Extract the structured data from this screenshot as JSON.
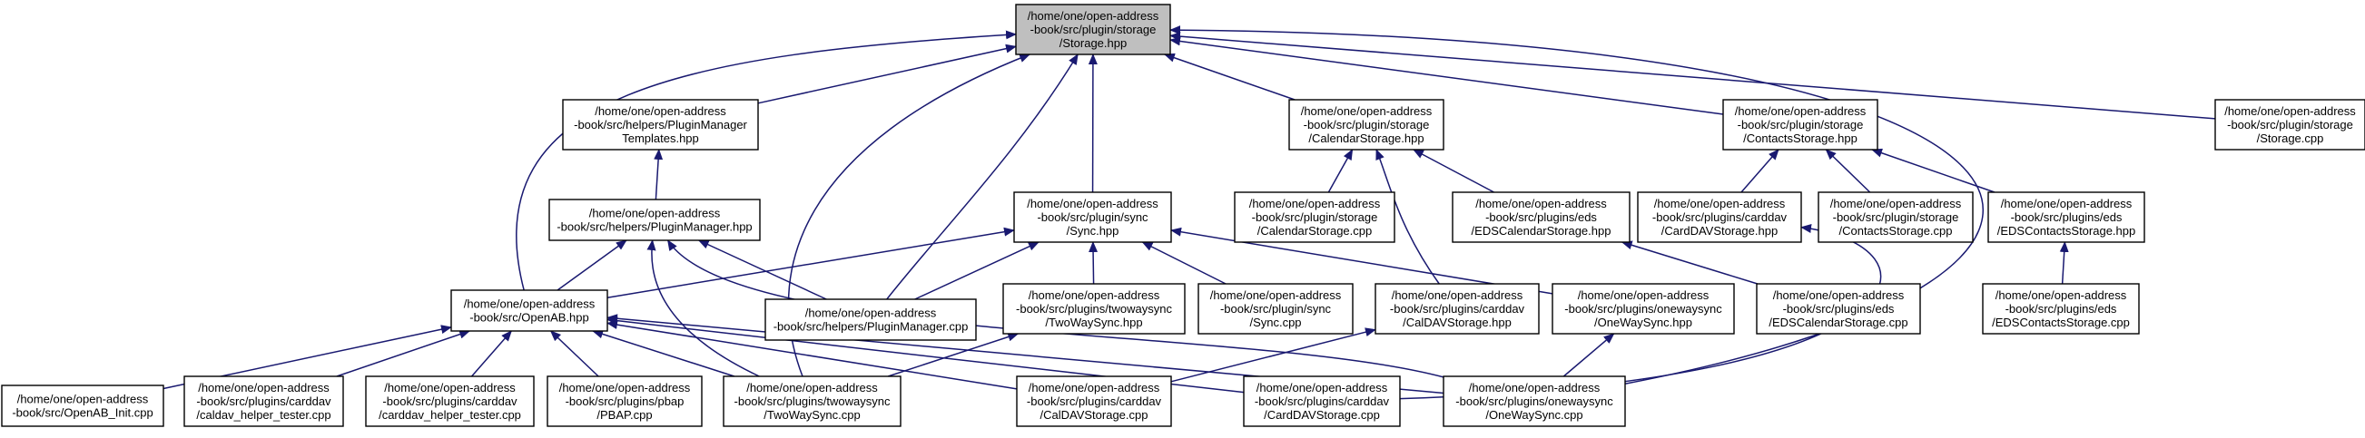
{
  "diagram": {
    "type": "include-dependency-graph",
    "edge_color": "#191970",
    "root_fill": "#bfbfbf",
    "nodes": [
      {
        "id": "storage_hpp",
        "root": true,
        "lines": [
          "/home/one/open-address",
          "-book/src/plugin/storage",
          "/Storage.hpp"
        ]
      },
      {
        "id": "plugin_manager_templates",
        "lines": [
          "/home/one/open-address",
          "-book/src/helpers/PluginManager",
          "Templates.hpp"
        ]
      },
      {
        "id": "calendar_storage_hpp",
        "lines": [
          "/home/one/open-address",
          "-book/src/plugin/storage",
          "/CalendarStorage.hpp"
        ]
      },
      {
        "id": "contacts_storage_hpp",
        "lines": [
          "/home/one/open-address",
          "-book/src/plugin/storage",
          "/ContactsStorage.hpp"
        ]
      },
      {
        "id": "storage_cpp",
        "lines": [
          "/home/one/open-address",
          "-book/src/plugin/storage",
          "/Storage.cpp"
        ]
      },
      {
        "id": "plugin_manager_hpp",
        "lines": [
          "/home/one/open-address",
          "-book/src/helpers/PluginManager.hpp"
        ]
      },
      {
        "id": "sync_hpp",
        "lines": [
          "/home/one/open-address",
          "-book/src/plugin/sync",
          "/Sync.hpp"
        ]
      },
      {
        "id": "calendar_storage_cpp",
        "lines": [
          "/home/one/open-address",
          "-book/src/plugin/storage",
          "/CalendarStorage.cpp"
        ]
      },
      {
        "id": "eds_calendar_storage_hpp",
        "lines": [
          "/home/one/open-address",
          "-book/src/plugins/eds",
          "/EDSCalendarStorage.hpp"
        ]
      },
      {
        "id": "carddav_storage_hpp",
        "lines": [
          "/home/one/open-address",
          "-book/src/plugins/carddav",
          "/CardDAVStorage.hpp"
        ]
      },
      {
        "id": "contacts_storage_cpp",
        "lines": [
          "/home/one/open-address",
          "-book/src/plugin/storage",
          "/ContactsStorage.cpp"
        ]
      },
      {
        "id": "eds_contacts_storage_hpp",
        "lines": [
          "/home/one/open-address",
          "-book/src/plugins/eds",
          "/EDSContactsStorage.hpp"
        ]
      },
      {
        "id": "openab_hpp",
        "lines": [
          "/home/one/open-address",
          "-book/src/OpenAB.hpp"
        ]
      },
      {
        "id": "plugin_manager_cpp",
        "lines": [
          "/home/one/open-address",
          "-book/src/helpers/PluginManager.cpp"
        ]
      },
      {
        "id": "two_way_sync_hpp",
        "lines": [
          "/home/one/open-address",
          "-book/src/plugins/twowaysync",
          "/TwoWaySync.hpp"
        ]
      },
      {
        "id": "sync_cpp",
        "lines": [
          "/home/one/open-address",
          "-book/src/plugin/sync",
          "/Sync.cpp"
        ]
      },
      {
        "id": "caldav_storage_hpp",
        "lines": [
          "/home/one/open-address",
          "-book/src/plugins/carddav",
          "/CalDAVStorage.hpp"
        ]
      },
      {
        "id": "one_way_sync_hpp",
        "lines": [
          "/home/one/open-address",
          "-book/src/plugins/onewaysync",
          "/OneWaySync.hpp"
        ]
      },
      {
        "id": "eds_calendar_storage_cpp",
        "lines": [
          "/home/one/open-address",
          "-book/src/plugins/eds",
          "/EDSCalendarStorage.cpp"
        ]
      },
      {
        "id": "eds_contacts_storage_cpp",
        "lines": [
          "/home/one/open-address",
          "-book/src/plugins/eds",
          "/EDSContactsStorage.cpp"
        ]
      },
      {
        "id": "openab_init_cpp",
        "lines": [
          "/home/one/open-address",
          "-book/src/OpenAB_Init.cpp"
        ]
      },
      {
        "id": "caldav_helper_tester_cpp",
        "lines": [
          "/home/one/open-address",
          "-book/src/plugins/carddav",
          "/caldav_helper_tester.cpp"
        ]
      },
      {
        "id": "carddav_helper_tester_cpp",
        "lines": [
          "/home/one/open-address",
          "-book/src/plugins/carddav",
          "/carddav_helper_tester.cpp"
        ]
      },
      {
        "id": "pbap_cpp",
        "lines": [
          "/home/one/open-address",
          "-book/src/plugins/pbap",
          "/PBAP.cpp"
        ]
      },
      {
        "id": "two_way_sync_cpp",
        "lines": [
          "/home/one/open-address",
          "-book/src/plugins/twowaysync",
          "/TwoWaySync.cpp"
        ]
      },
      {
        "id": "caldav_storage_cpp",
        "lines": [
          "/home/one/open-address",
          "-book/src/plugins/carddav",
          "/CalDAVStorage.cpp"
        ]
      },
      {
        "id": "carddav_storage_cpp",
        "lines": [
          "/home/one/open-address",
          "-book/src/plugins/carddav",
          "/CardDAVStorage.cpp"
        ]
      },
      {
        "id": "one_way_sync_cpp",
        "lines": [
          "/home/one/open-address",
          "-book/src/plugins/onewaysync",
          "/OneWaySync.cpp"
        ]
      }
    ],
    "edges": [
      {
        "from": "plugin_manager_templates",
        "to": "storage_hpp"
      },
      {
        "from": "calendar_storage_hpp",
        "to": "storage_hpp"
      },
      {
        "from": "contacts_storage_hpp",
        "to": "storage_hpp"
      },
      {
        "from": "storage_cpp",
        "to": "storage_hpp"
      },
      {
        "from": "sync_hpp",
        "to": "storage_hpp"
      },
      {
        "from": "openab_hpp",
        "to": "storage_hpp"
      },
      {
        "from": "plugin_manager_cpp",
        "to": "storage_hpp"
      },
      {
        "from": "two_way_sync_cpp",
        "to": "storage_hpp"
      },
      {
        "from": "one_way_sync_cpp",
        "to": "storage_hpp"
      },
      {
        "from": "plugin_manager_hpp",
        "to": "plugin_manager_templates"
      },
      {
        "from": "openab_hpp",
        "to": "plugin_manager_hpp"
      },
      {
        "from": "plugin_manager_cpp",
        "to": "plugin_manager_hpp"
      },
      {
        "from": "two_way_sync_cpp",
        "to": "plugin_manager_hpp"
      },
      {
        "from": "one_way_sync_cpp",
        "to": "plugin_manager_hpp"
      },
      {
        "from": "calendar_storage_cpp",
        "to": "calendar_storage_hpp"
      },
      {
        "from": "eds_calendar_storage_hpp",
        "to": "calendar_storage_hpp"
      },
      {
        "from": "caldav_storage_hpp",
        "to": "calendar_storage_hpp"
      },
      {
        "from": "carddav_storage_hpp",
        "to": "contacts_storage_hpp"
      },
      {
        "from": "contacts_storage_cpp",
        "to": "contacts_storage_hpp"
      },
      {
        "from": "eds_contacts_storage_hpp",
        "to": "contacts_storage_hpp"
      },
      {
        "from": "openab_hpp",
        "to": "sync_hpp"
      },
      {
        "from": "plugin_manager_cpp",
        "to": "sync_hpp"
      },
      {
        "from": "two_way_sync_hpp",
        "to": "sync_hpp"
      },
      {
        "from": "sync_cpp",
        "to": "sync_hpp"
      },
      {
        "from": "one_way_sync_hpp",
        "to": "sync_hpp"
      },
      {
        "from": "eds_calendar_storage_cpp",
        "to": "eds_calendar_storage_hpp"
      },
      {
        "from": "carddav_storage_cpp",
        "to": "carddav_storage_hpp"
      },
      {
        "from": "eds_contacts_storage_cpp",
        "to": "eds_contacts_storage_hpp"
      },
      {
        "from": "openab_init_cpp",
        "to": "openab_hpp"
      },
      {
        "from": "caldav_helper_tester_cpp",
        "to": "openab_hpp"
      },
      {
        "from": "carddav_helper_tester_cpp",
        "to": "openab_hpp"
      },
      {
        "from": "pbap_cpp",
        "to": "openab_hpp"
      },
      {
        "from": "two_way_sync_cpp",
        "to": "openab_hpp"
      },
      {
        "from": "caldav_storage_cpp",
        "to": "openab_hpp"
      },
      {
        "from": "carddav_storage_cpp",
        "to": "openab_hpp"
      },
      {
        "from": "one_way_sync_cpp",
        "to": "openab_hpp"
      },
      {
        "from": "two_way_sync_cpp",
        "to": "two_way_sync_hpp"
      },
      {
        "from": "caldav_storage_cpp",
        "to": "caldav_storage_hpp"
      },
      {
        "from": "one_way_sync_cpp",
        "to": "one_way_sync_hpp"
      }
    ]
  }
}
